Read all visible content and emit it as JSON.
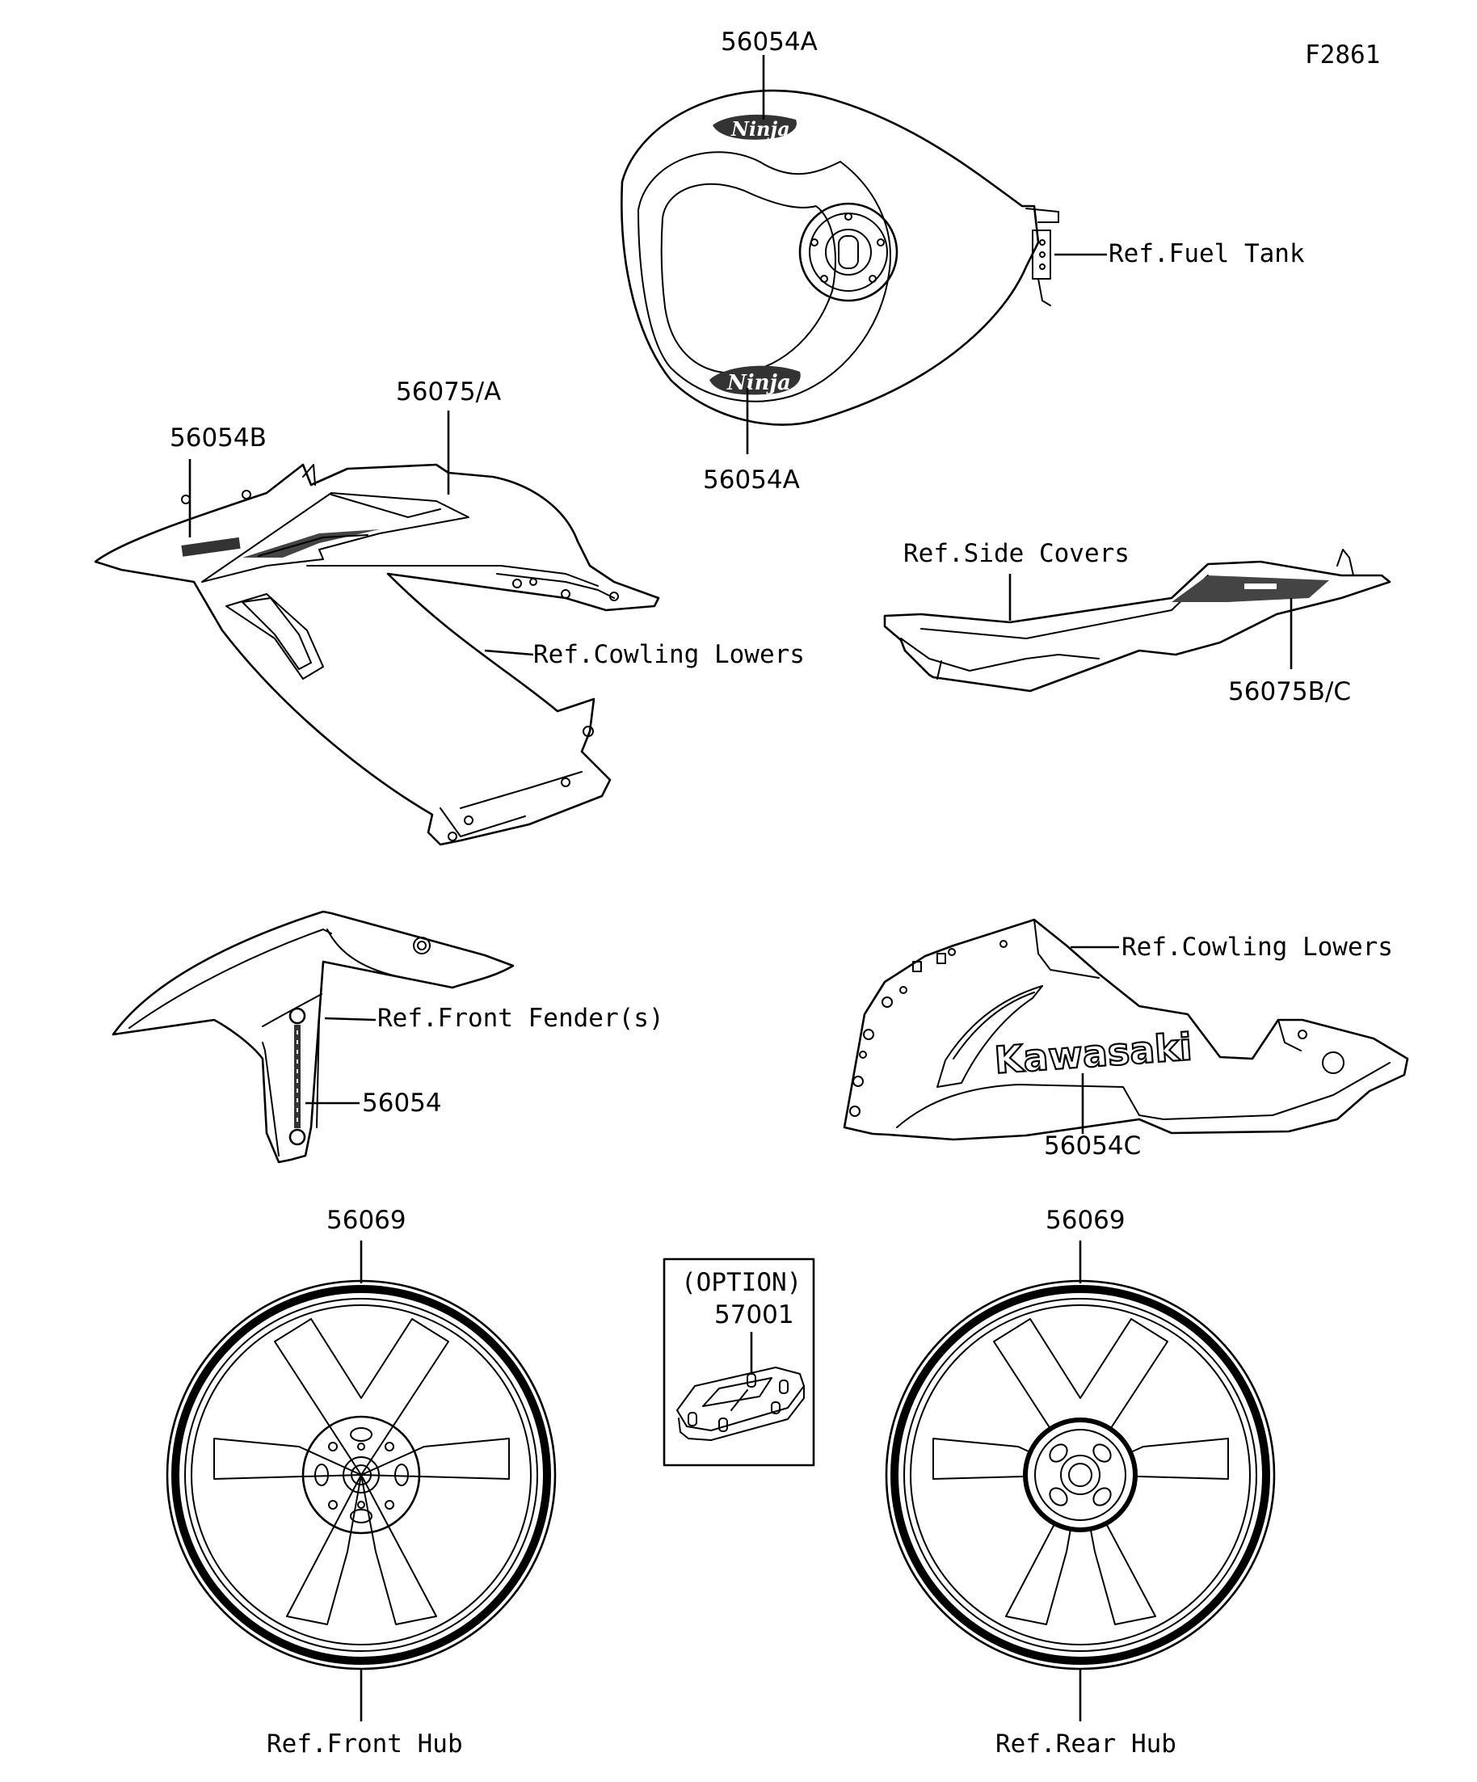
{
  "figure_id": "F2861",
  "fuel_tank": {
    "callout_top": "56054A",
    "callout_bottom": "56054A",
    "ref": "Ref.Fuel Tank",
    "emblem_top": "Ninja",
    "emblem_bottom": "Ninja"
  },
  "cowling_upper": {
    "callout_left": "56054B",
    "callout_top": "56075/A",
    "ref": "Ref.Cowling Lowers"
  },
  "side_cover": {
    "ref": "Ref.Side Covers",
    "callout": "56075B/C"
  },
  "front_fender": {
    "ref": "Ref.Front Fender(s)",
    "callout": "56054"
  },
  "cowling_lower": {
    "ref": "Ref.Cowling Lowers",
    "callout": "56054C",
    "brand": "Kawasaki"
  },
  "front_wheel": {
    "callout": "56069",
    "ref": "Ref.Front Hub"
  },
  "rear_wheel": {
    "callout": "56069",
    "ref": "Ref.Rear Hub"
  },
  "option_box": {
    "heading": "(OPTION)",
    "callout": "57001"
  }
}
